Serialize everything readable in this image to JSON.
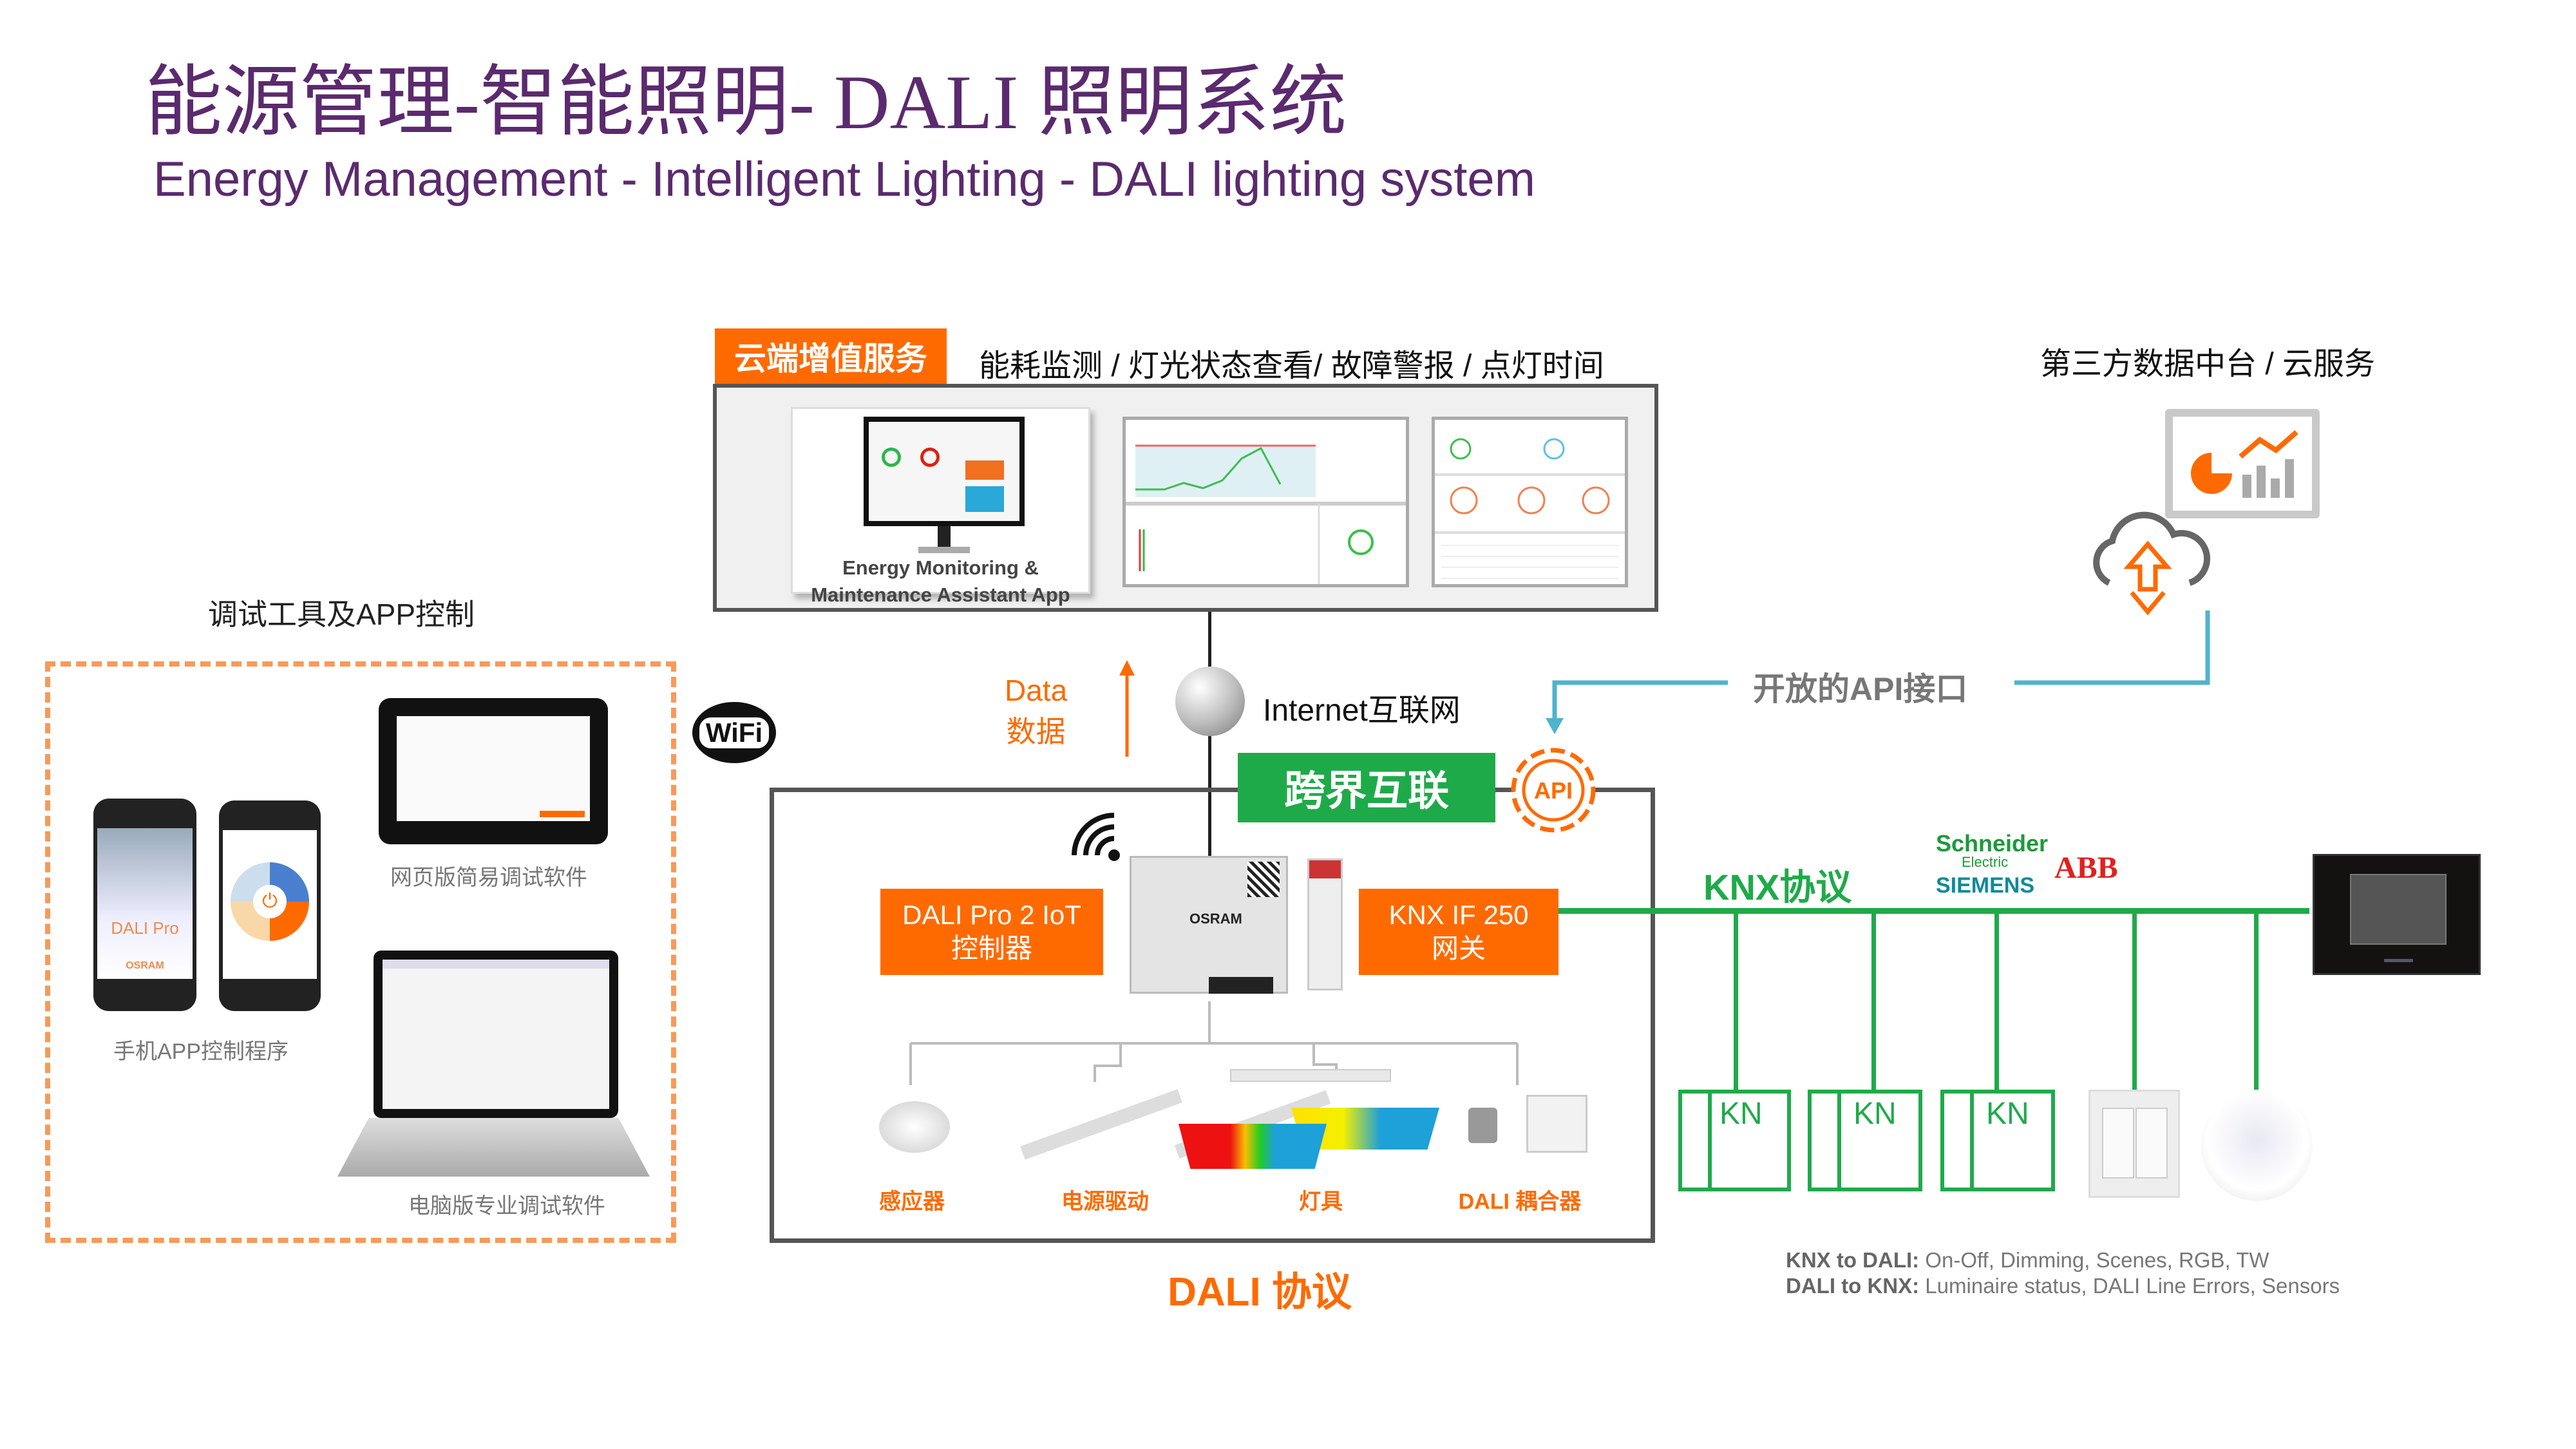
{
  "header": {
    "title": "能源管理-智能照明- DALI 照明系统",
    "subtitle": "Energy Management - Intelligent Lighting - DALI lighting system"
  },
  "cloud": {
    "tag": "云端增值服务",
    "caption": "能耗监测 / 灯光状态查看/ 故障警报 / 点灯时间",
    "app_line1": "Energy Monitoring &",
    "app_line2": "Maintenance  Assistant App"
  },
  "third_party": {
    "label": "第三方数据中台 / 云服务",
    "api_label": "开放的API接口",
    "api_icon_text": "API"
  },
  "internet": {
    "label": "Internet互联网",
    "data_en": "Data",
    "data_cn": "数据",
    "wifi_logo": "WiFi"
  },
  "crossover": {
    "label": "跨界互联"
  },
  "tools": {
    "heading": "调试工具及APP控制",
    "web_label": "网页版简易调试软件",
    "phone_label": "手机APP控制程序",
    "pc_label": "电脑版专业调试软件",
    "phone_brand": "DALI Pro",
    "phone_maker": "OSRAM"
  },
  "dali": {
    "controller_line1": "DALI Pro 2 IoT",
    "controller_line2": "控制器",
    "gateway_line1": "KNX IF 250",
    "gateway_line2": "网关",
    "device_brand": "OSRAM",
    "devices": [
      "感应器",
      "电源驱动",
      "灯具",
      "DALI 耦合器"
    ],
    "protocol": "DALI 协议"
  },
  "knx": {
    "protocol": "KNX协议",
    "brands": [
      "Schneider",
      "Electric",
      "SIEMENS",
      "ABB"
    ],
    "actuator_label": "KN",
    "knx_to_dali_key": "KNX to DALI:",
    "knx_to_dali_val": " On-Off, Dimming, Scenes, RGB, TW",
    "dali_to_knx_key": "DALI to KNX:",
    "dali_to_knx_val": " Luminaire status, DALI Line Errors, Sensors"
  },
  "colors": {
    "orange": "#ff6a00",
    "green": "#1faa4a",
    "purple": "#5b2a6e",
    "api_blue": "#4fb3cf"
  }
}
